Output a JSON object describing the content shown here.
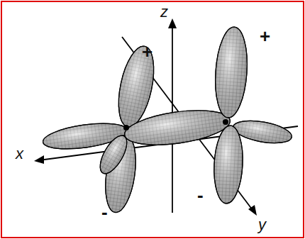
{
  "diagram": {
    "labels": [
      "z",
      "+",
      "+",
      "x",
      "-",
      "-",
      "y"
    ]
  }
}
